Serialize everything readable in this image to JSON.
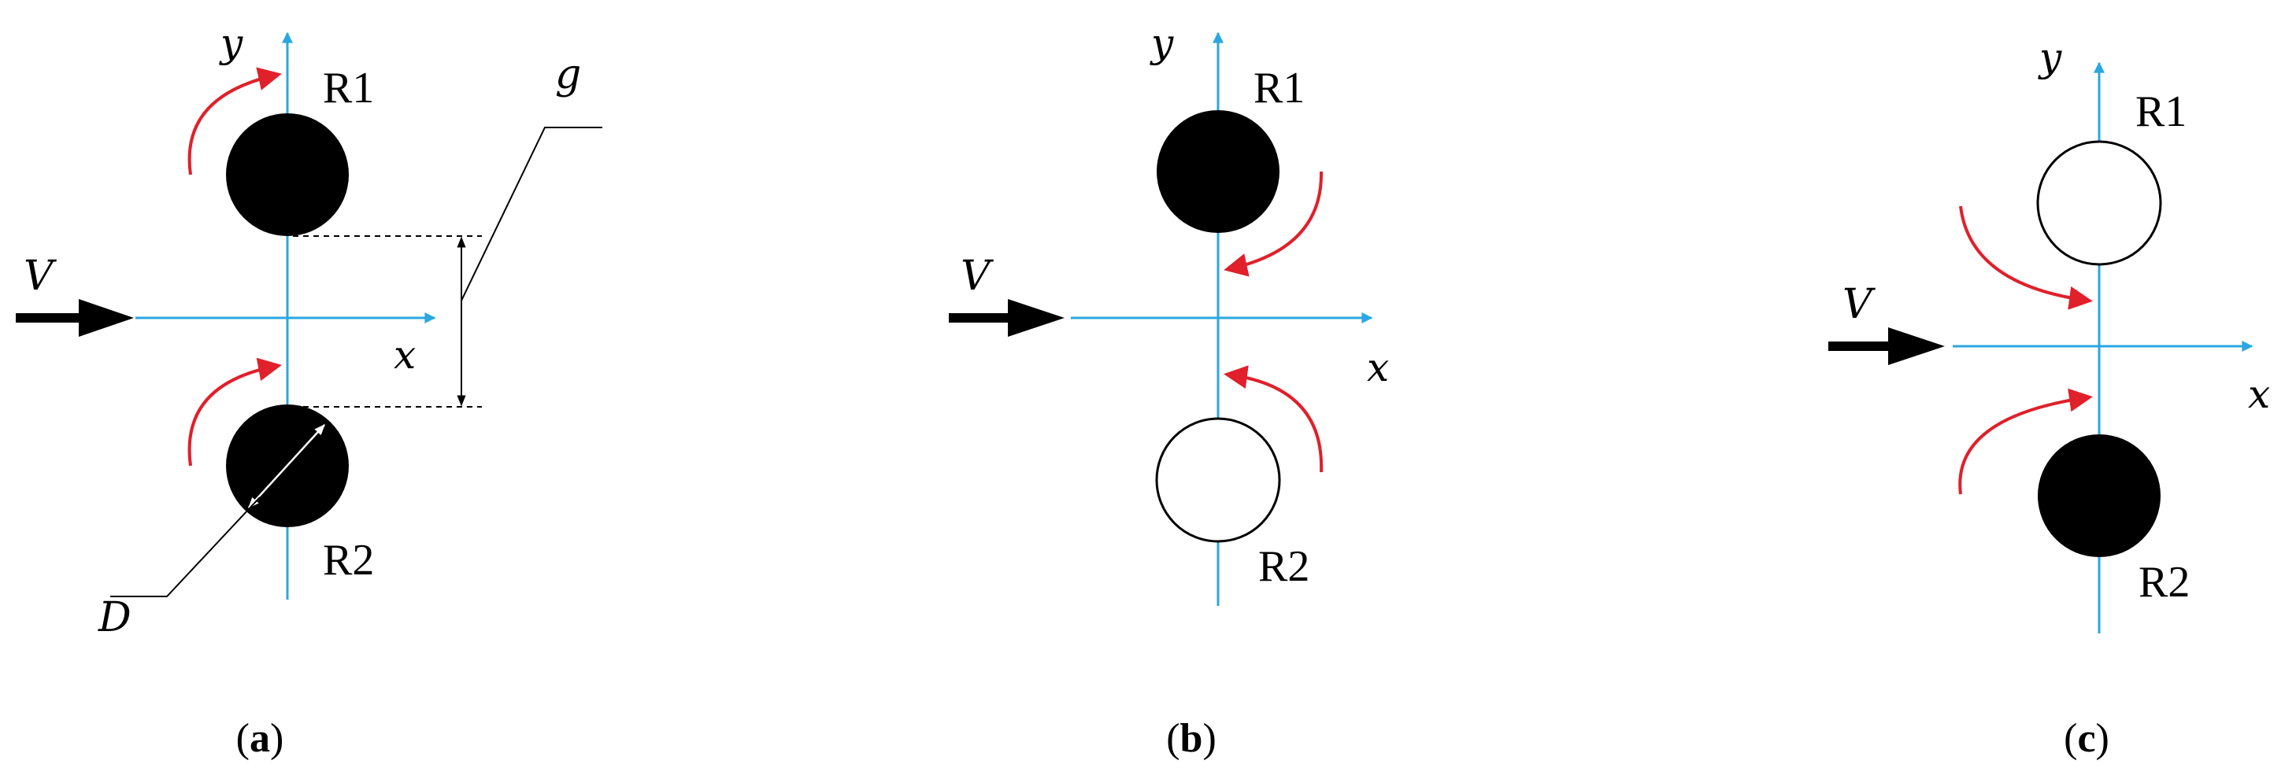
{
  "panels": [
    {
      "id": "a",
      "caption_open": "(",
      "caption_letter": "a",
      "caption_close": ")",
      "axis_x": "x",
      "axis_y": "y",
      "flow_label": "V",
      "top_cylinder": {
        "label": "R1",
        "state": "filled"
      },
      "bottom_cylinder": {
        "label": "R2",
        "state": "filled"
      },
      "gap_label": "g",
      "diameter_label": "D"
    },
    {
      "id": "b",
      "caption_open": "(",
      "caption_letter": "b",
      "caption_close": ")",
      "axis_x": "x",
      "axis_y": "y",
      "flow_label": "V",
      "top_cylinder": {
        "label": "R1",
        "state": "filled"
      },
      "bottom_cylinder": {
        "label": "R2",
        "state": "hollow"
      }
    },
    {
      "id": "c",
      "caption_open": "(",
      "caption_letter": "c",
      "caption_close": ")",
      "axis_x": "x",
      "axis_y": "y",
      "flow_label": "V",
      "top_cylinder": {
        "label": "R1",
        "state": "hollow"
      },
      "bottom_cylinder": {
        "label": "R2",
        "state": "filled"
      }
    }
  ],
  "colors": {
    "axis": "#2aa7e0",
    "rotation_arrow": "#e0202a",
    "cylinder": "#000000",
    "annotation": "#000000"
  }
}
